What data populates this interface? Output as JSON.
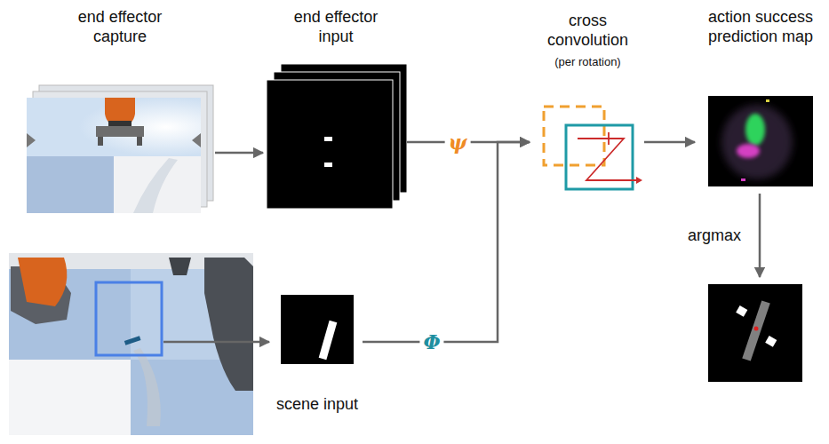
{
  "diagram": {
    "nodes": [
      {
        "text": [
          "end effector capture"
        ]
      },
      {
        "text": [
          "end effector input"
        ]
      },
      {
        "text": [
          "cross convolution",
          "(per rotation)"
        ]
      },
      {
        "text": [
          "action success prediction map"
        ]
      },
      {
        "text": [
          "scene input"
        ]
      }
    ],
    "edges": [
      {
        "from": 0,
        "to": 1,
        "arrow": "to"
      },
      {
        "from": 1,
        "to": 2,
        "label": "ψ",
        "arrow": "to"
      },
      {
        "from": 4,
        "to": 2,
        "label": "Φ",
        "arrow": "to"
      },
      {
        "from": 2,
        "to": 3,
        "arrow": "to"
      }
    ],
    "labels": [
      "argmax"
    ]
  }
}
